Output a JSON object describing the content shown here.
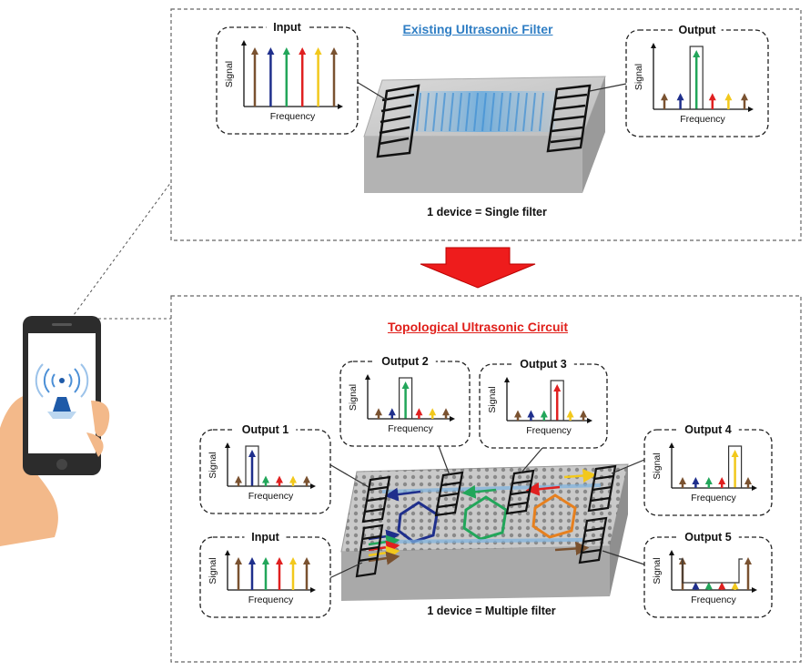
{
  "top_panel": {
    "title": "Existing Ultrasonic Filter",
    "caption": "1 device = Single filter",
    "input": {
      "title": "Input",
      "xlabel": "Frequency",
      "ylabel": "Signal"
    },
    "output": {
      "title": "Output",
      "xlabel": "Frequency",
      "ylabel": "Signal"
    }
  },
  "bottom_panel": {
    "title": "Topological Ultrasonic Circuit",
    "caption": "1 device = Multiple filter",
    "input": {
      "title": "Input",
      "xlabel": "Frequency",
      "ylabel": "Signal"
    },
    "outputs": [
      {
        "title": "Output 1",
        "xlabel": "Frequency",
        "ylabel": "Signal"
      },
      {
        "title": "Output 2",
        "xlabel": "Frequency",
        "ylabel": "Signal"
      },
      {
        "title": "Output 3",
        "xlabel": "Frequency",
        "ylabel": "Signal"
      },
      {
        "title": "Output 4",
        "xlabel": "Frequency",
        "ylabel": "Signal"
      },
      {
        "title": "Output 5",
        "xlabel": "Frequency",
        "ylabel": "Signal"
      }
    ]
  },
  "colors": {
    "brown": "#7a5230",
    "navy": "#1f2f8c",
    "green": "#22a65a",
    "red": "#e02020",
    "yellow": "#f2c81c",
    "title_blue": "#2f7ec4",
    "title_red": "#e0201b",
    "arrow_red": "#ee1c1c"
  },
  "icons": {
    "phone": "smartphone-icon",
    "signal": "wireless-signal-icon"
  }
}
